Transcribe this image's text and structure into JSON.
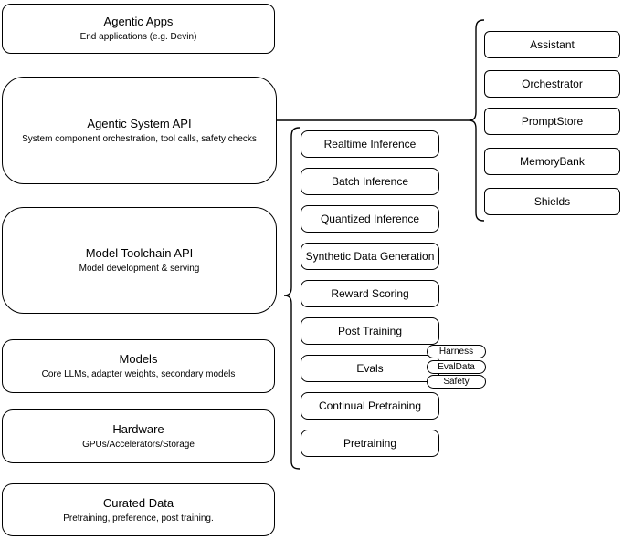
{
  "colors": {
    "background": "#ffffff",
    "stroke": "#000000",
    "text": "#000000"
  },
  "layers": [
    {
      "title": "Agentic Apps",
      "subtitle": "End applications (e.g. Devin)"
    },
    {
      "title": "Agentic System API",
      "subtitle": "System component orchestration, tool calls, safety checks"
    },
    {
      "title": "Model Toolchain API",
      "subtitle": "Model development & serving"
    },
    {
      "title": "Models",
      "subtitle": "Core LLMs, adapter weights, secondary models"
    },
    {
      "title": "Hardware",
      "subtitle": "GPUs/Accelerators/Storage"
    },
    {
      "title": "Curated Data",
      "subtitle": "Pretraining, preference, post training."
    }
  ],
  "toolchain": {
    "items": [
      "Realtime Inference",
      "Batch Inference",
      "Quantized Inference",
      "Synthetic Data Generation",
      "Reward Scoring",
      "Post Training",
      "Evals",
      "Continual Pretraining",
      "Pretraining"
    ]
  },
  "evals_tags": [
    "Harness",
    "EvalData",
    "Safety"
  ],
  "system_components": [
    "Assistant",
    "Orchestrator",
    "PromptStore",
    "MemoryBank",
    "Shields"
  ]
}
